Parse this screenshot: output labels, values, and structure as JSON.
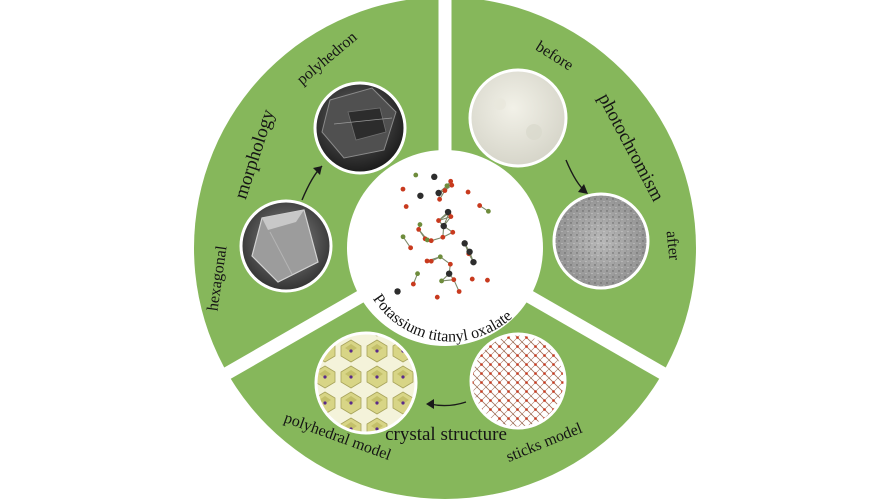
{
  "colors": {
    "ring_green": "#86b75b",
    "divider_white": "#ffffff",
    "center_fill": "#ffffff",
    "arrow": "#1a1a1a"
  },
  "center": {
    "label": "Potassium titanyl oxalate",
    "image_icon": "molecular-structure-image"
  },
  "sections": {
    "morphology": {
      "title": "morphology",
      "image_a_label": "hexagonal",
      "image_b_label": "polyhedron"
    },
    "photochromism": {
      "title": "photochromism",
      "image_a_label": "before",
      "image_b_label": "after"
    },
    "crystal_structure": {
      "title": "crystal structure",
      "image_a_label": "sticks model",
      "image_b_label": "polyhedral model"
    }
  }
}
